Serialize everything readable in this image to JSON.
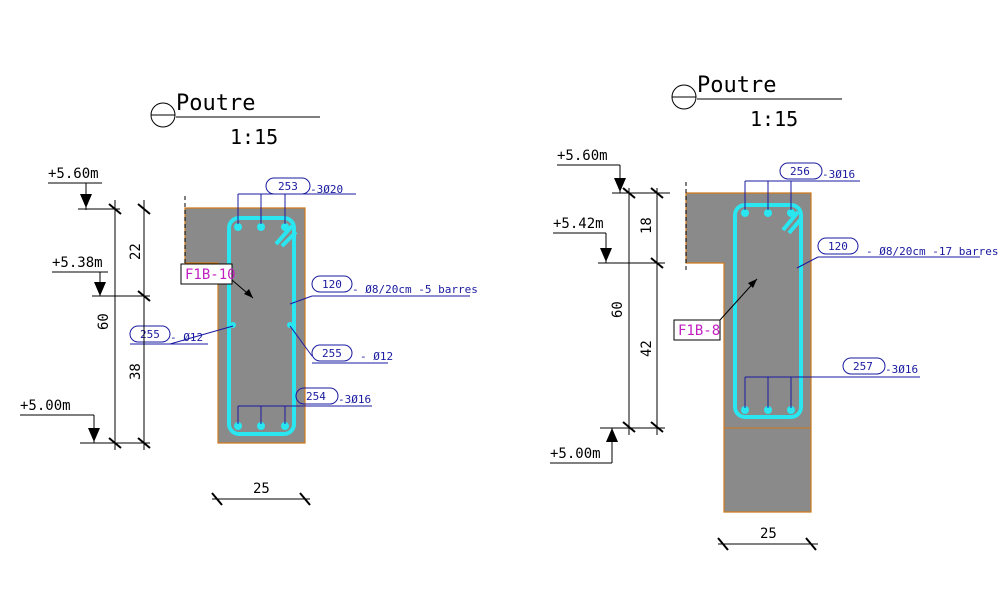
{
  "left": {
    "title": "Poutre",
    "scale": "1:15",
    "levels": [
      "+5.60m",
      "+5.38m",
      "+5.00m"
    ],
    "dims": {
      "d22": "22",
      "d38": "38",
      "d60": "60",
      "w25": "25"
    },
    "tag": "F1B-10",
    "bars": {
      "b253": {
        "num": "253",
        "desc": "-3Ø20"
      },
      "b120": {
        "num": "120",
        "desc": "- Ø8/20cm -5 barres"
      },
      "b255a": {
        "num": "255",
        "desc": "- Ø12"
      },
      "b255b": {
        "num": "255",
        "desc": "- Ø12"
      },
      "b254": {
        "num": "254",
        "desc": "-3Ø16"
      }
    }
  },
  "right": {
    "title": "Poutre",
    "scale": "1:15",
    "levels": [
      "+5.60m",
      "+5.42m",
      "+5.00m"
    ],
    "dims": {
      "d18": "18",
      "d60": "60",
      "d42": "42",
      "w25": "25"
    },
    "tag": "F1B-8",
    "bars": {
      "b256": {
        "num": "256",
        "desc": "-3Ø16"
      },
      "b120": {
        "num": "120",
        "desc": "- Ø8/20cm -17 barres"
      },
      "b257": {
        "num": "257",
        "desc": "-3Ø16"
      }
    }
  },
  "colors": {
    "concrete": "#8a8a8a",
    "rebar": "#29e6f0",
    "label_blue": "#1a1aa0",
    "tag_magenta": "#c21fc2",
    "edge": "#d07a1a"
  }
}
